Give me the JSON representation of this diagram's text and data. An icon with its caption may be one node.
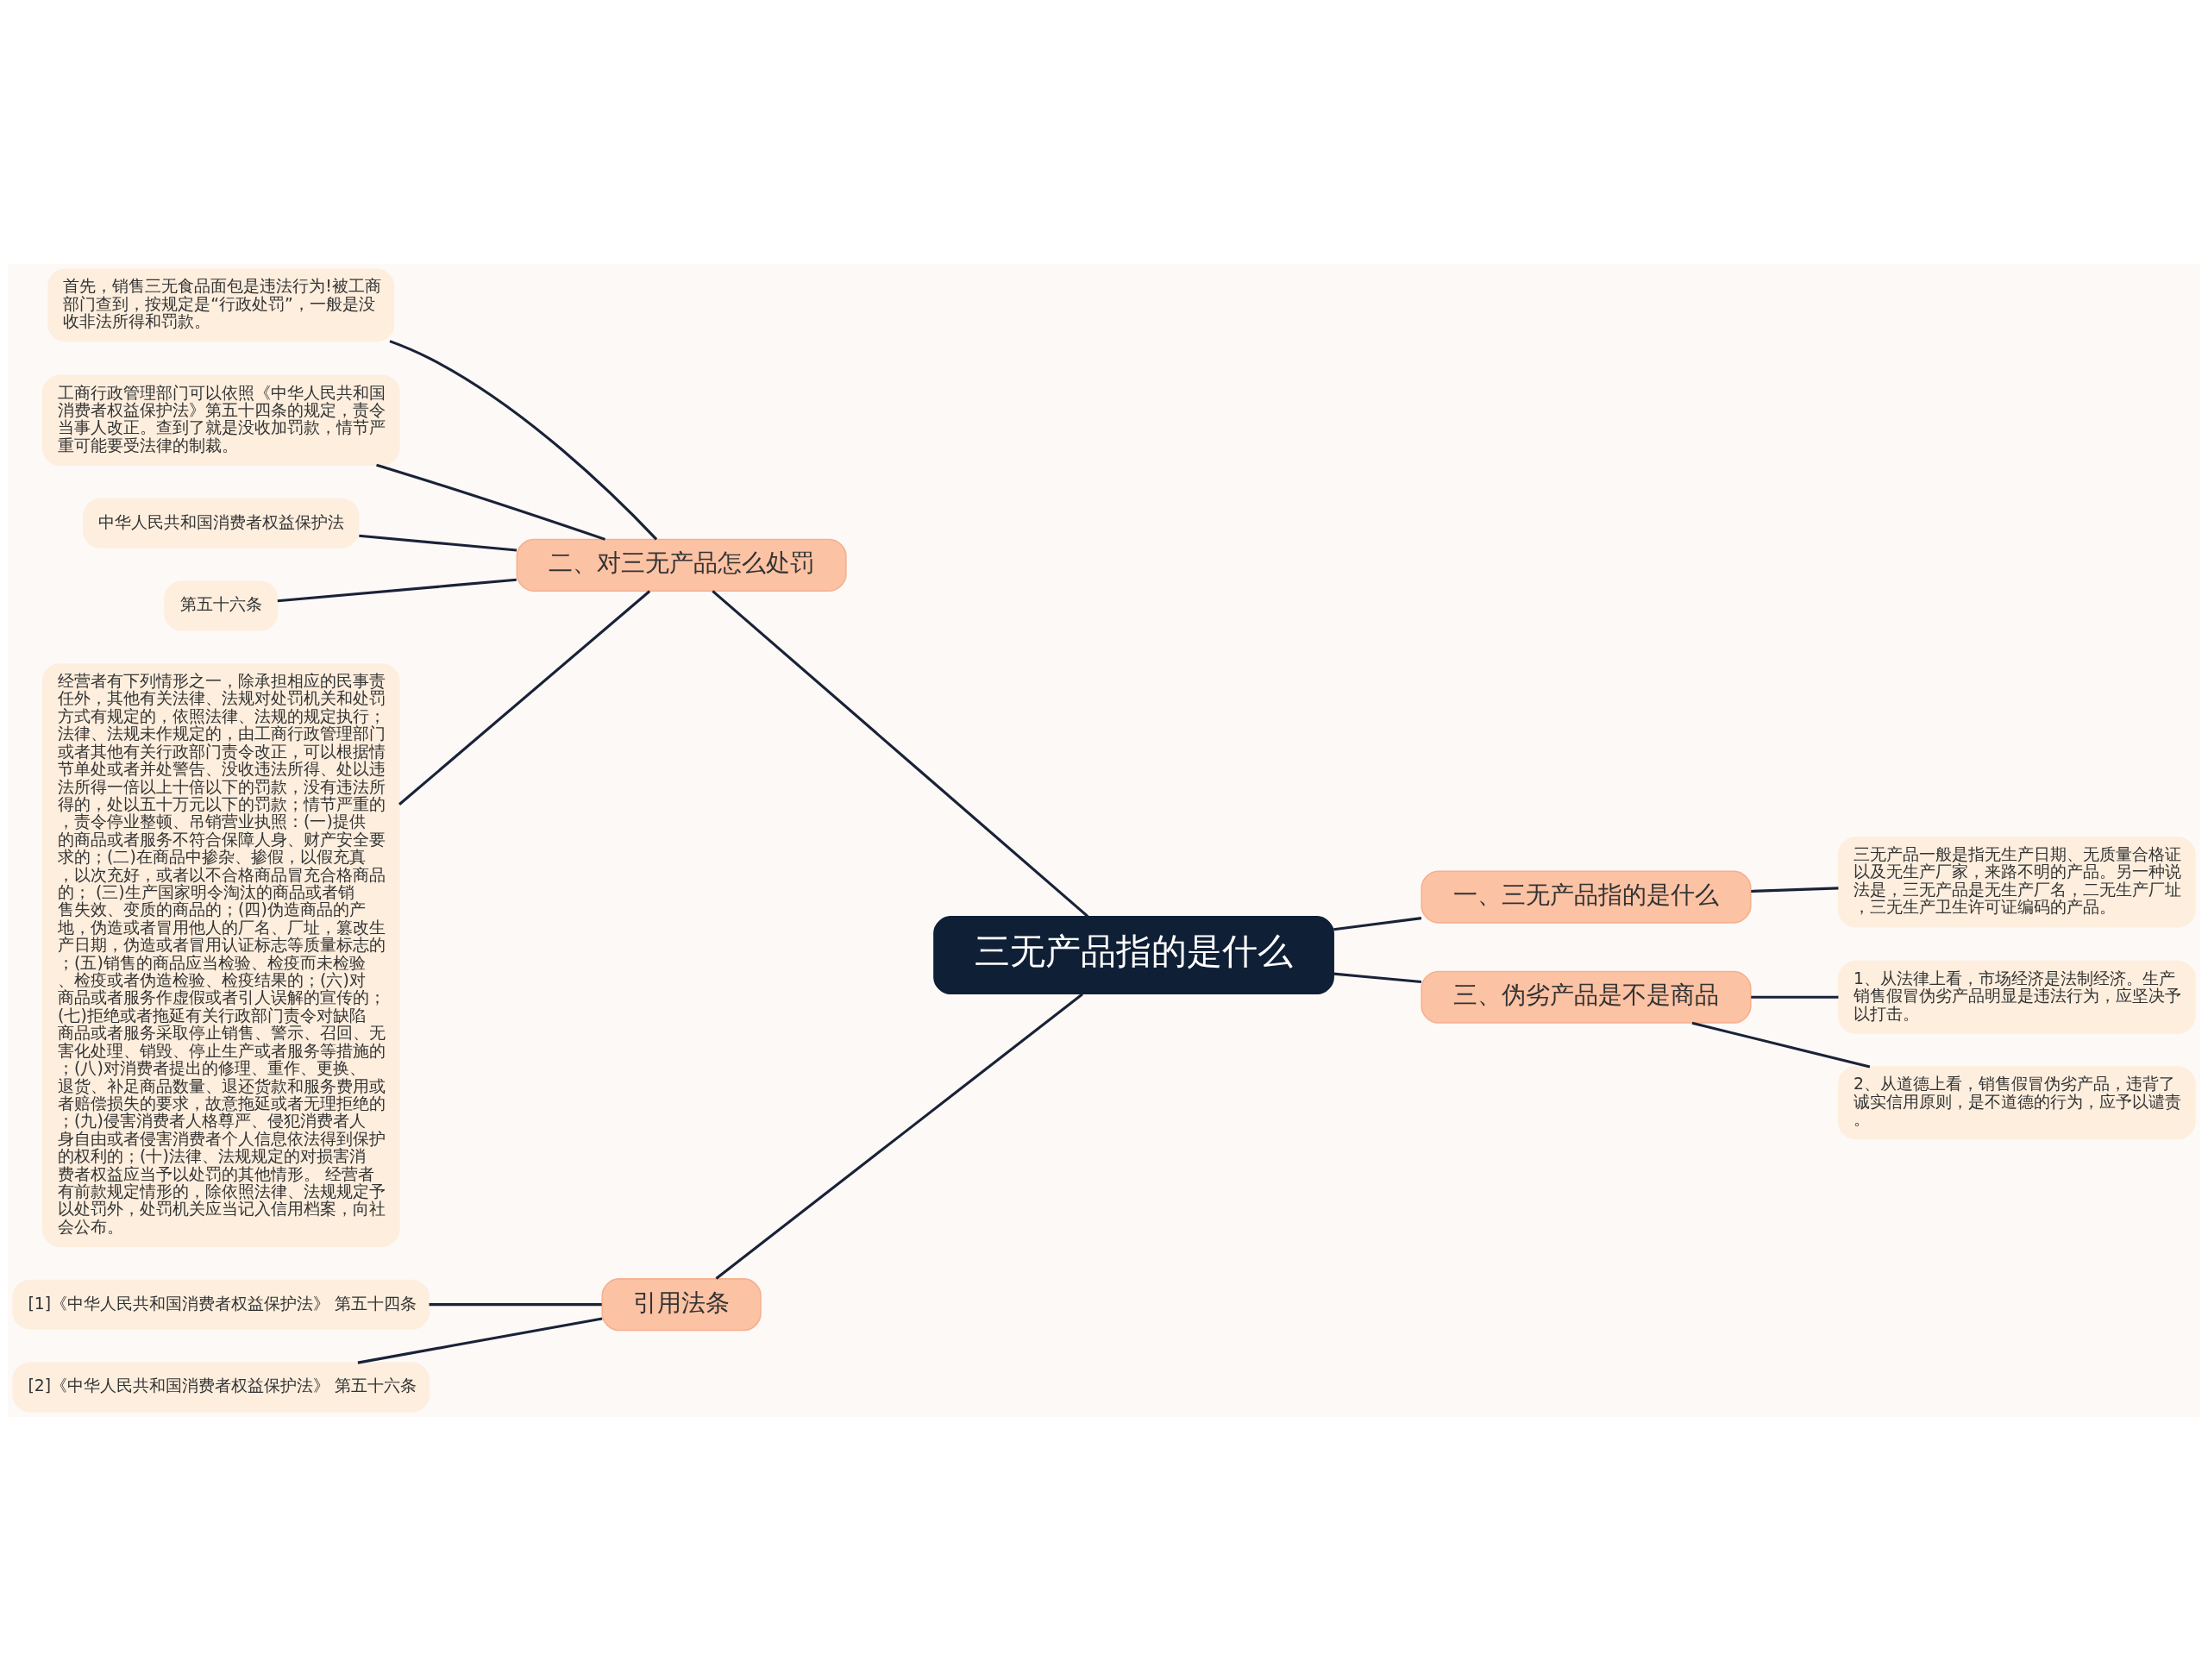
{
  "diagram": {
    "nodes": [
      {
        "text": [
          "三无产品指的是什么"
        ]
      },
      {
        "text": [
          "二、对三无产品怎么处罚"
        ]
      },
      {
        "text": [
          "首先，销售三无食品面包是违法行为!被工商部门查到，按规定是“行政处罚”，一般是没收非法所得和罚款。"
        ]
      },
      {
        "text": [
          "工商行政管理部门可以依照《中华人民共和国消费者权益保护法》第五十四条的规定，责令当事人改正。查到了就是没收加罚款，情节严重可能要受法律的制裁。"
        ]
      },
      {
        "text": [
          "中华人民共和国消费者权益保护法"
        ]
      },
      {
        "text": [
          "第五十六条"
        ]
      },
      {
        "text": [
          "经营者有下列情形之一，除承担相应的民事责任外，其他有关法律、法规对处罚机关和处罚方式有规定的，依照法律、法规的规定执行；法律、法规未作规定的，由工商行政管理部门或者其他有关行政部门责令改正，可以根据情节单处或者并处警告、没收违法所得、处以违法所得一倍以上十倍以下的罚款，没有违法所得的，处以五十万元以下的罚款；情节严重的，责令停业整顿、吊销营业执照：(一)提供的商品或者服务不符合保障人身、财产安全要求的；(二)在商品中掺杂、掺假，以假充真，以次充好，或者以不合格商品冒充合格商品的； (三)生产国家明令淘汰的商品或者销售失效、变质的商品的；(四)伪造商品的产地，伪造或者冒用他人的厂名、厂址，篡改生产日期，伪造或者冒用认证标志等质量标志的；(五)销售的商品应当检验、检疫而未检验、检疫或者伪造检验、检疫结果的；(六)对商品或者服务作虚假或者引人误解的宣传的；(七)拒绝或者拖延有关行政部门责令对缺陷商品或者服务采取停止销售、警示、召回、无害化处理、销毁、停止生产或者服务等措施的；(八)对消费者提出的修理、重作、更换、退货、补足商品数量、退还货款和服务费用或者赔偿损失的要求，故意拖延或者无理拒绝的；(九)侵害消费者人格尊严、侵犯消费者人身自由或者侵害消费者个人信息依法得到保护的权利的；(十)法律、法规规定的对损害消费者权益应当予以处罚的其他情形。 经营者有前款规定情形的，除依照法律、法规规定予以处罚外，处罚机关应当记入信用档案，向社会公布。"
        ]
      },
      {
        "text": [
          "一、三无产品指的是什么"
        ]
      },
      {
        "text": [
          "三无产品一般是指无生产日期、无质量合格证以及无生产厂家，来路不明的产品。另一种说法是，三无产品是无生产厂名，二无生产厂址，三无生产卫生许可证编码的产品。"
        ]
      },
      {
        "text": [
          "三、伪劣产品是不是商品"
        ]
      },
      {
        "text": [
          "1、从法律上看，市场经济是法制经济。生产销售假冒伪劣产品明显是违法行为，应坚决予以打击。"
        ]
      },
      {
        "text": [
          "2、从道德上看，销售假冒伪劣产品，违背了诚实信用原则，是不道德的行为，应予以谴责。"
        ]
      },
      {
        "text": [
          "引用法条"
        ]
      },
      {
        "text": [
          "[1]《中华人民共和国消费者权益保护法》 第五十四条"
        ]
      },
      {
        "text": [
          "[2]《中华人民共和国消费者权益保护法》 第五十六条"
        ]
      }
    ],
    "edges": [
      {
        "from": 0,
        "to": 1,
        "arrow": "none"
      },
      {
        "from": 1,
        "to": 2,
        "arrow": "none"
      },
      {
        "from": 1,
        "to": 3,
        "arrow": "none"
      },
      {
        "from": 1,
        "to": 4,
        "arrow": "none"
      },
      {
        "from": 1,
        "to": 5,
        "arrow": "none"
      },
      {
        "from": 1,
        "to": 6,
        "arrow": "none"
      },
      {
        "from": 0,
        "to": 7,
        "arrow": "none"
      },
      {
        "from": 7,
        "to": 8,
        "arrow": "none"
      },
      {
        "from": 0,
        "to": 9,
        "arrow": "none"
      },
      {
        "from": 9,
        "to": 10,
        "arrow": "none"
      },
      {
        "from": 9,
        "to": 11,
        "arrow": "none"
      },
      {
        "from": 0,
        "to": 12,
        "arrow": "none"
      },
      {
        "from": 12,
        "to": 13,
        "arrow": "none"
      },
      {
        "from": 12,
        "to": 14,
        "arrow": "none"
      }
    ]
  }
}
